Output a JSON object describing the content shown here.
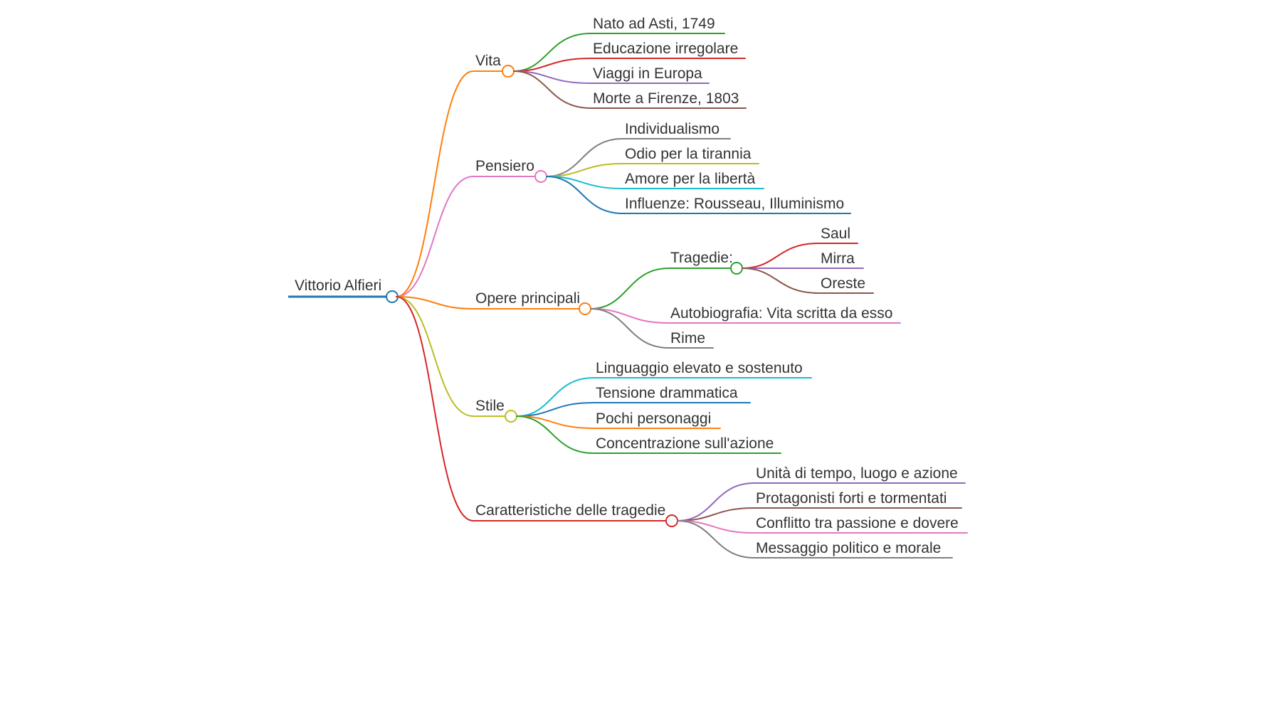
{
  "root": {
    "label": "Vittorio Alfieri",
    "color": "#1f77b4"
  },
  "branches": [
    {
      "label": "Vita",
      "color": "#ff7f0e",
      "children": [
        {
          "label": "Nato ad Asti, 1749",
          "color": "#2ca02c"
        },
        {
          "label": "Educazione irregolare",
          "color": "#d62728"
        },
        {
          "label": "Viaggi in Europa",
          "color": "#9467bd"
        },
        {
          "label": "Morte a Firenze, 1803",
          "color": "#8c564b"
        }
      ]
    },
    {
      "label": "Pensiero",
      "color": "#e377c2",
      "children": [
        {
          "label": "Individualismo",
          "color": "#7f7f7f"
        },
        {
          "label": "Odio per la tirannia",
          "color": "#bcbd22"
        },
        {
          "label": "Amore per la libertà",
          "color": "#17becf"
        },
        {
          "label": "Influenze: Rousseau, Illuminismo",
          "color": "#1f77b4"
        }
      ]
    },
    {
      "label": "Opere principali",
      "color": "#ff7f0e",
      "children": [
        {
          "label": "Tragedie:",
          "color": "#2ca02c",
          "children": [
            {
              "label": "Saul",
              "color": "#d62728"
            },
            {
              "label": "Mirra",
              "color": "#9467bd"
            },
            {
              "label": "Oreste",
              "color": "#8c564b"
            }
          ]
        },
        {
          "label": "Autobiografia: Vita scritta da esso",
          "color": "#e377c2"
        },
        {
          "label": "Rime",
          "color": "#7f7f7f"
        }
      ]
    },
    {
      "label": "Stile",
      "color": "#bcbd22",
      "children": [
        {
          "label": "Linguaggio elevato e sostenuto",
          "color": "#17becf"
        },
        {
          "label": "Tensione drammatica",
          "color": "#1f77b4"
        },
        {
          "label": "Pochi personaggi",
          "color": "#ff7f0e"
        },
        {
          "label": "Concentrazione sull'azione",
          "color": "#2ca02c"
        }
      ]
    },
    {
      "label": "Caratteristiche delle tragedie",
      "color": "#d62728",
      "children": [
        {
          "label": "Unità di tempo, luogo e azione",
          "color": "#9467bd"
        },
        {
          "label": "Protagonisti forti e tormentati",
          "color": "#8c564b"
        },
        {
          "label": "Conflitto tra passione e dovere",
          "color": "#e377c2"
        },
        {
          "label": "Messaggio politico e morale",
          "color": "#7f7f7f"
        }
      ]
    }
  ]
}
